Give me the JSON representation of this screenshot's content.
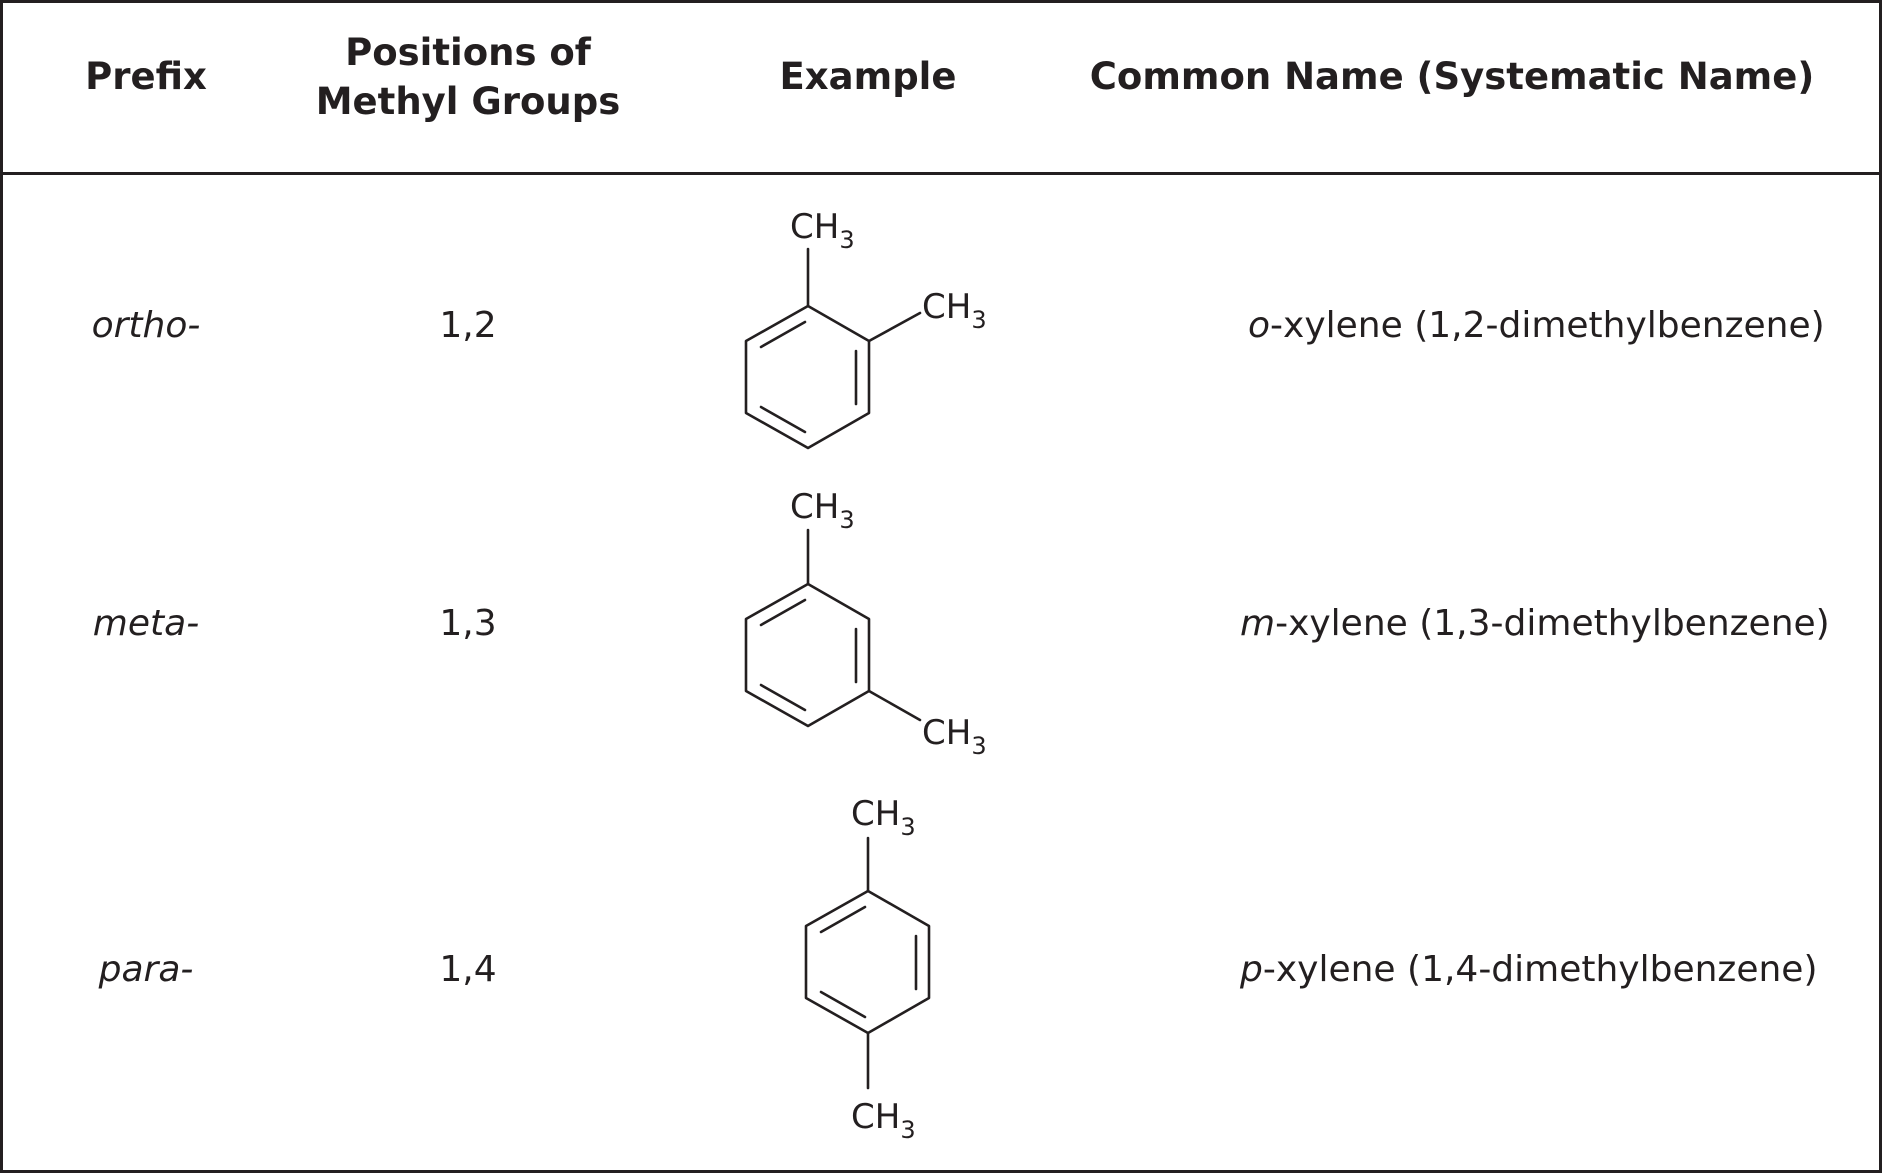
{
  "header": {
    "prefix": "Prefix",
    "positions_line1": "Positions of",
    "positions_line2": "Methyl Groups",
    "example": "Example",
    "common_name": "Common Name (Systematic Name)"
  },
  "rows": [
    {
      "prefix": "ortho-",
      "positions": "1,2",
      "name_italic": "o",
      "name_rest": "-xylene (1,2-dimethylbenzene)",
      "substituents": [
        "CH",
        "3",
        "CH",
        "3"
      ]
    },
    {
      "prefix": "meta-",
      "positions": "1,3",
      "name_italic": "m",
      "name_rest": "-xylene (1,3-dimethylbenzene)",
      "substituents": [
        "CH",
        "3",
        "CH",
        "3"
      ]
    },
    {
      "prefix": "para-",
      "positions": "1,4",
      "name_italic": "p",
      "name_rest": "-xylene (1,4-dimethylbenzene)",
      "substituents": [
        "CH",
        "3",
        "CH",
        "3"
      ]
    }
  ]
}
